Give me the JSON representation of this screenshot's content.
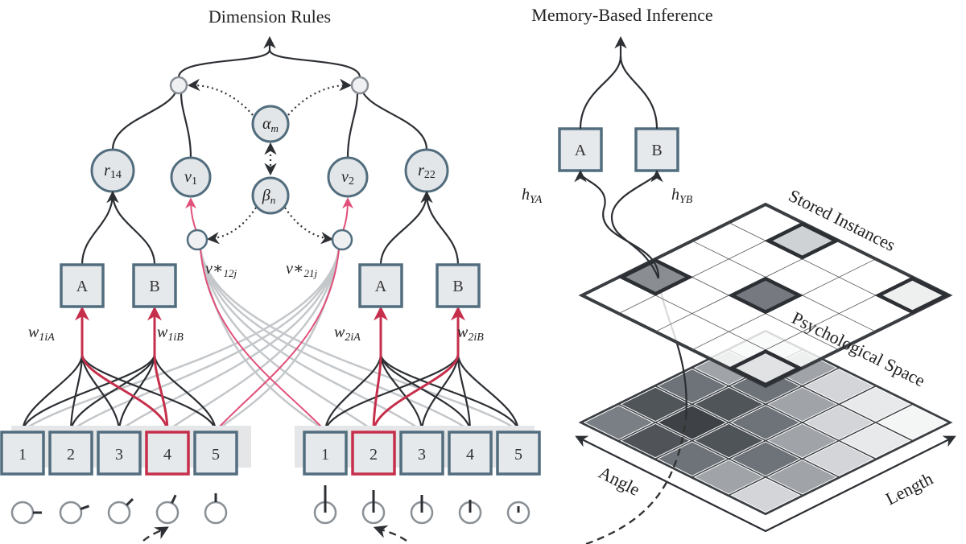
{
  "titles": {
    "left": "Dimension Rules",
    "right": "Memory-Based Inference"
  },
  "nodes": {
    "alpha": {
      "base": "α",
      "sub": "m"
    },
    "beta": {
      "base": "β",
      "sub": "n"
    },
    "r14": {
      "base": "r",
      "sub": "14"
    },
    "v1": {
      "base": "v",
      "sub": "1"
    },
    "v2": {
      "base": "v",
      "sub": "2"
    },
    "r22": {
      "base": "r",
      "sub": "22"
    }
  },
  "cross_labels": {
    "v12": {
      "base": "v∗",
      "sub": "12j"
    },
    "v21": {
      "base": "v∗",
      "sub": "21j"
    }
  },
  "category_boxes": {
    "left": [
      "A",
      "B"
    ],
    "right": [
      "A",
      "B"
    ],
    "memory": [
      "A",
      "B"
    ]
  },
  "weight_labels": [
    {
      "base": "w",
      "sub": "1iA"
    },
    {
      "base": "w",
      "sub": "1iB"
    },
    {
      "base": "w",
      "sub": "2iA"
    },
    {
      "base": "w",
      "sub": "2iB"
    }
  ],
  "memory_labels": [
    {
      "base": "h",
      "sub": "YA"
    },
    {
      "base": "h",
      "sub": "YB"
    }
  ],
  "dimension1_units": [
    "1",
    "2",
    "3",
    "4",
    "5"
  ],
  "dimension2_units": [
    "1",
    "2",
    "3",
    "4",
    "5"
  ],
  "selected": {
    "dimension1": "4",
    "dimension2": "2"
  },
  "grid_labels": {
    "stored": "Stored Instances",
    "psych": "Psychological Space",
    "angle": "Angle",
    "length": "Length"
  },
  "colors": {
    "box_stroke": "#526d7e",
    "selected": "#c62f4b",
    "cross_link": "#e0507a",
    "inactive_link": "#c4c7ca"
  },
  "psych_shades": [
    [
      "#7a7f85",
      "#50555a",
      "#6e737a",
      "#a0a4a8",
      "#dfe1e3"
    ],
    [
      "#505459",
      "#3e4247",
      "#50555a",
      "#6e737a",
      "#a0a4a8"
    ],
    [
      "#6e737a",
      "#4f5459",
      "#6e737a",
      "#a0a4a8",
      "#d3d5d8"
    ],
    [
      "#a0a4a8",
      "#6e737a",
      "#a0a4a8",
      "#d3d5d8",
      "#e8e9ea"
    ],
    [
      "#d3d5d8",
      "#a0a4a8",
      "#d3d5d8",
      "#e8e9ea",
      "#f4f5f5"
    ]
  ],
  "stored_instances": [
    {
      "u": 1,
      "v": 0,
      "shade": "#8a8e93"
    },
    {
      "u": 2,
      "v": 2,
      "shade": "#767a80"
    },
    {
      "u": 4,
      "v": 1,
      "shade": "#cfd2d5"
    },
    {
      "u": 4,
      "v": 4,
      "shade": "#eef0f0"
    },
    {
      "u": 0,
      "v": 4,
      "shade": "#e0e2e4"
    }
  ]
}
